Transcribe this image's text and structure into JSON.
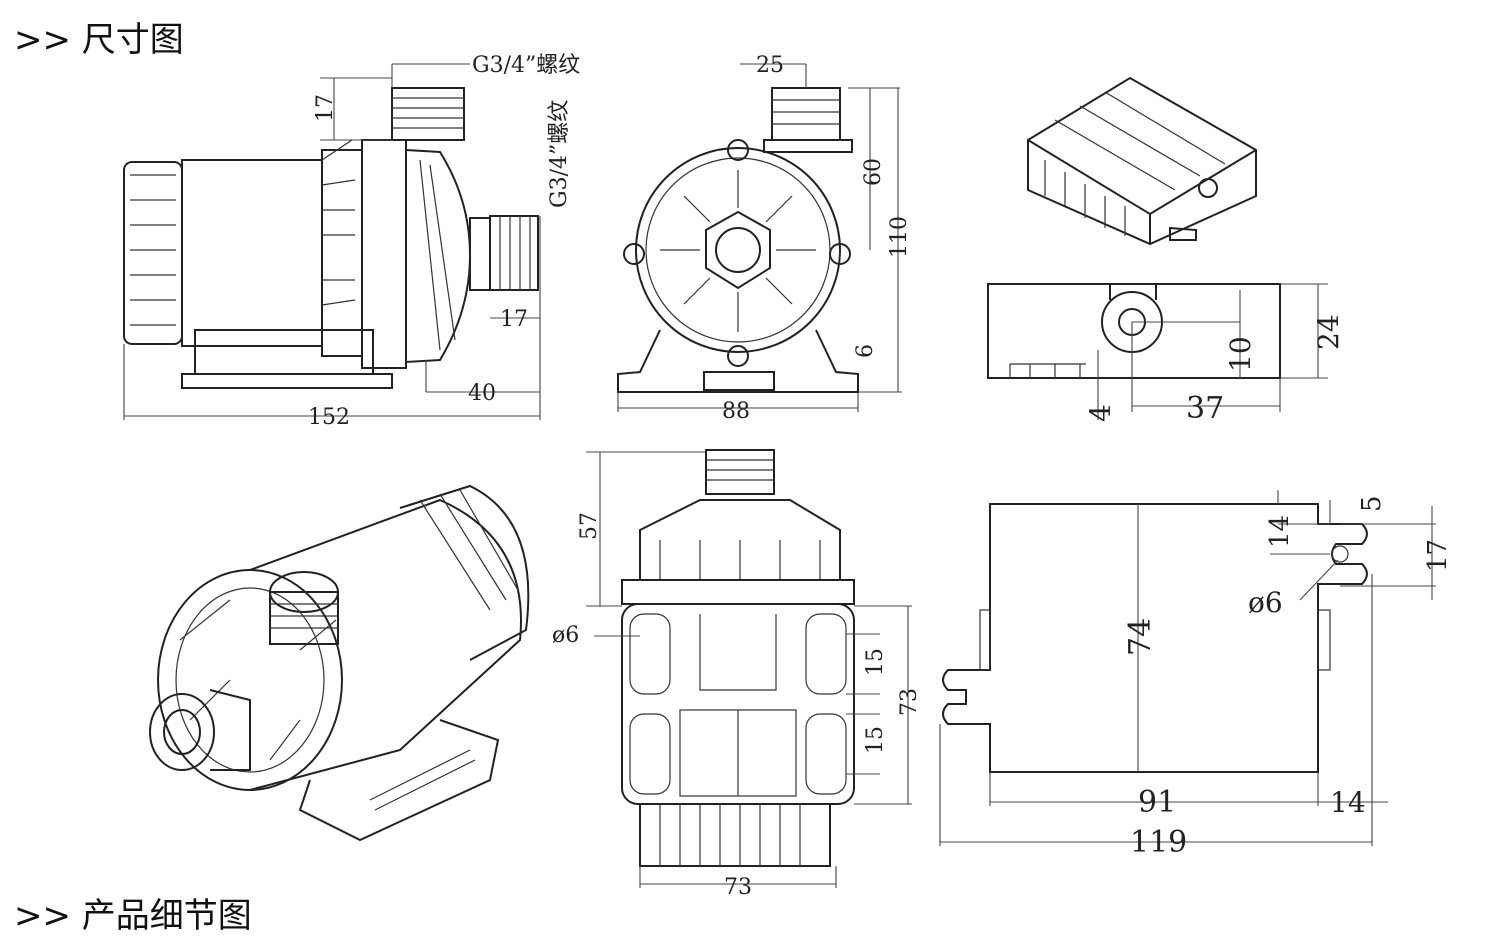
{
  "headers": {
    "dimensions_title": ">> 尺寸图",
    "details_title": ">> 产品细节图"
  },
  "side_view": {
    "thread_top": "G3/4”螺纹",
    "thread_side": "G3/4”螺纹",
    "dim_17_top": "17",
    "dim_17_side": "17",
    "dim_40": "40",
    "dim_152": "152"
  },
  "front_view": {
    "dim_25": "25",
    "dim_60": "60",
    "dim_110": "110",
    "dim_6": "6",
    "dim_88": "88"
  },
  "controller_side": {
    "dim_24": "24",
    "dim_10": "10",
    "dim_4": "4",
    "dim_37": "37"
  },
  "base_view": {
    "dim_57": "57",
    "dim_phi6": "ø6",
    "dim_15_a": "15",
    "dim_15_b": "15",
    "dim_73_right": "73",
    "dim_73_bottom": "73"
  },
  "controller_plan": {
    "dim_5": "5",
    "dim_14_top": "14",
    "dim_17": "17",
    "dim_phi6": "ø6",
    "dim_74": "74",
    "dim_91": "91",
    "dim_14_bottom": "14",
    "dim_119": "119"
  }
}
